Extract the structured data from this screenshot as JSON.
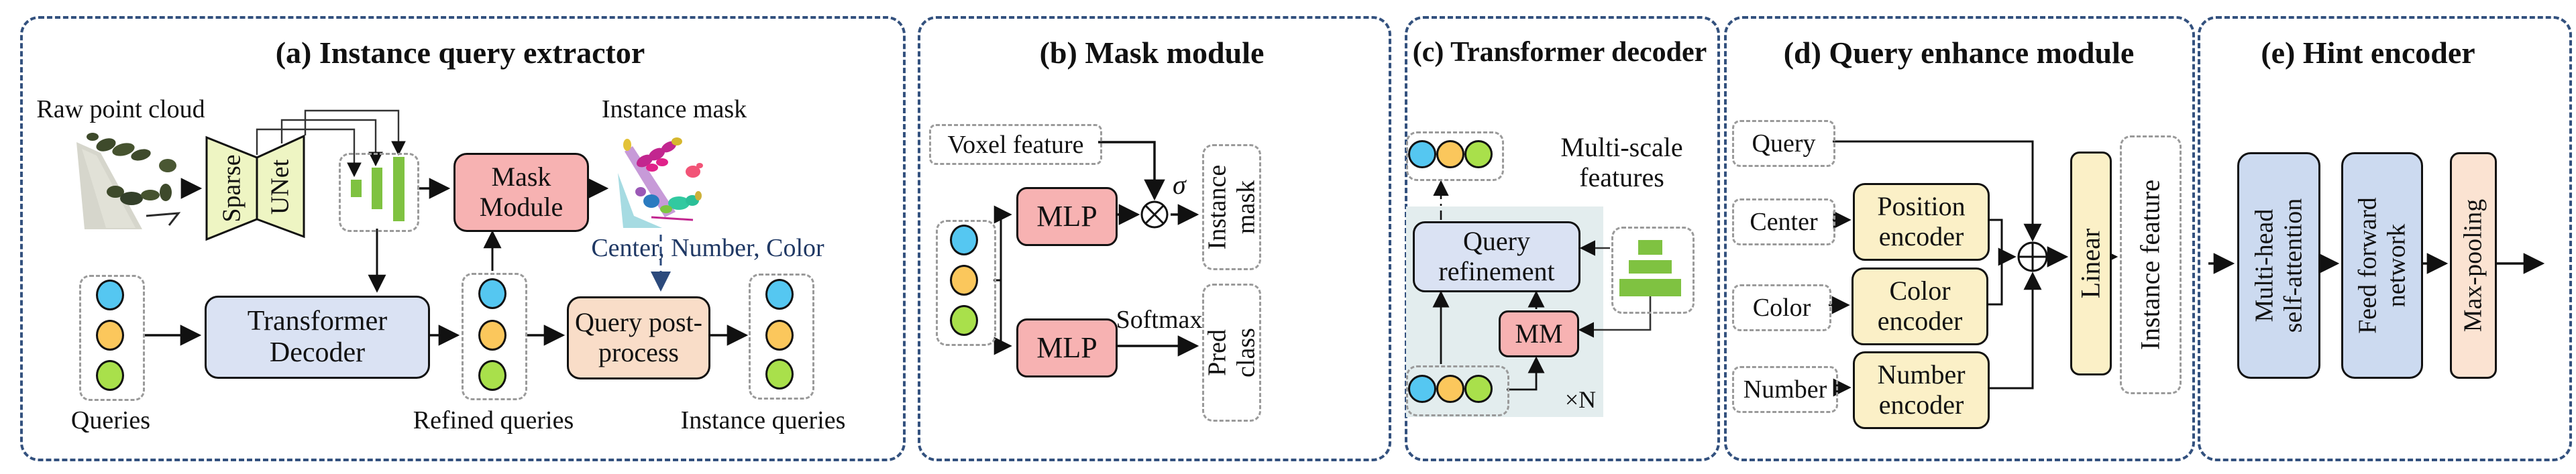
{
  "colors": {
    "panel_border": "#33517e",
    "navy_text": "#1f3864",
    "box_pink": "#f7b2b2",
    "box_periwinkle": "#dae2f3",
    "box_peach": "#f9ddc8",
    "box_yellow": "#fbf0c7",
    "box_light_blue": "#ccdaf0",
    "box_light_peach": "#fbe3d2",
    "unet_fill": "#eef5c3",
    "feature_bar_green": "#7fc241",
    "query_circle_blue": "#55c7f1",
    "query_circle_orange": "#fbc75c",
    "query_circle_green": "#a9e04b",
    "loop_background": "#e3edee"
  },
  "panels": {
    "a": {
      "title": "(a) Instance query extractor",
      "raw_point_cloud_label": "Raw point cloud",
      "instance_mask_label": "Instance mask",
      "attributes_label": "Center, Number, Color",
      "sparse_label": "Sparse",
      "unet_label": "UNet",
      "mask_module": "Mask\nModule",
      "transformer_decoder": "Transformer\nDecoder",
      "query_post_process": "Query post-\nprocess",
      "queries_label": "Queries",
      "refined_queries_label": "Refined queries",
      "instance_queries_label": "Instance queries"
    },
    "b": {
      "title": "(b) Mask module",
      "voxel_feature": "Voxel feature",
      "mlp_top": "MLP",
      "mlp_bottom": "MLP",
      "sigma": "σ",
      "softmax": "Softmax",
      "instance_mask": "Instance\nmask",
      "pred_class": "Pred\nclass"
    },
    "c": {
      "title": "(c) Transformer decoder",
      "multi_scale_features": "Multi-scale\nfeatures",
      "query_refinement": "Query\nrefinement",
      "mm": "MM",
      "repeat": "×N"
    },
    "d": {
      "title": "(d) Query enhance module",
      "inputs": {
        "query": "Query",
        "center": "Center",
        "color": "Color",
        "number": "Number"
      },
      "position_encoder": "Position\nencoder",
      "color_encoder": "Color\nencoder",
      "number_encoder": "Number\nencoder",
      "linear": "Linear",
      "instance_feature": "Instance feature"
    },
    "e": {
      "title": "(e) Hint encoder",
      "mhsa": "Multi-head\nself-attention",
      "ffn": "Feed forward\nnetwork",
      "max_pooling": "Max-pooling"
    }
  }
}
